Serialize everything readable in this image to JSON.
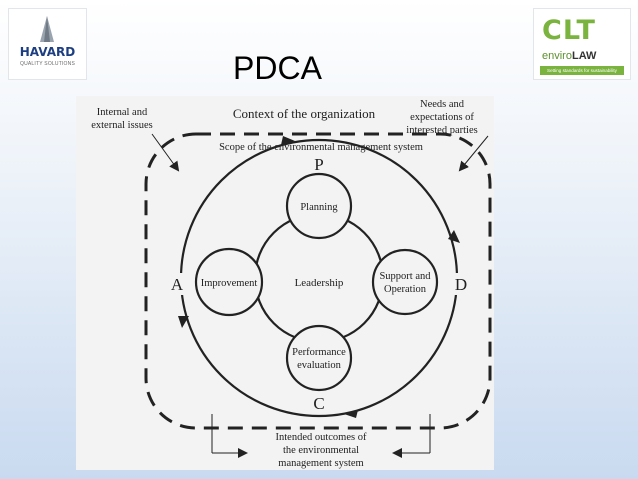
{
  "header": {
    "title": "PDCA",
    "logo_left": {
      "brand": "HAVARD",
      "tagline": "QUALITY SOLUTIONS"
    },
    "logo_right": {
      "brand": "CLT",
      "sub_a": "enviro",
      "sub_b": "LAW",
      "slogan": "Setting standards for sustainability"
    }
  },
  "diagram": {
    "context_title": "Context of the organization",
    "internal_issues": [
      "Internal and",
      "external issues"
    ],
    "needs": [
      "Needs and",
      "expectations of",
      "interested parties"
    ],
    "scope": "Scope of the environmental management system",
    "cycle": {
      "p": "P",
      "d": "D",
      "c": "C",
      "a": "A"
    },
    "center": "Leadership",
    "planning": "Planning",
    "support": [
      "Support and",
      "Operation"
    ],
    "performance": [
      "Performance",
      "evaluation"
    ],
    "improvement": "Improvement",
    "outcomes": [
      "Intended outcomes of",
      "the environmental",
      "management system"
    ]
  }
}
